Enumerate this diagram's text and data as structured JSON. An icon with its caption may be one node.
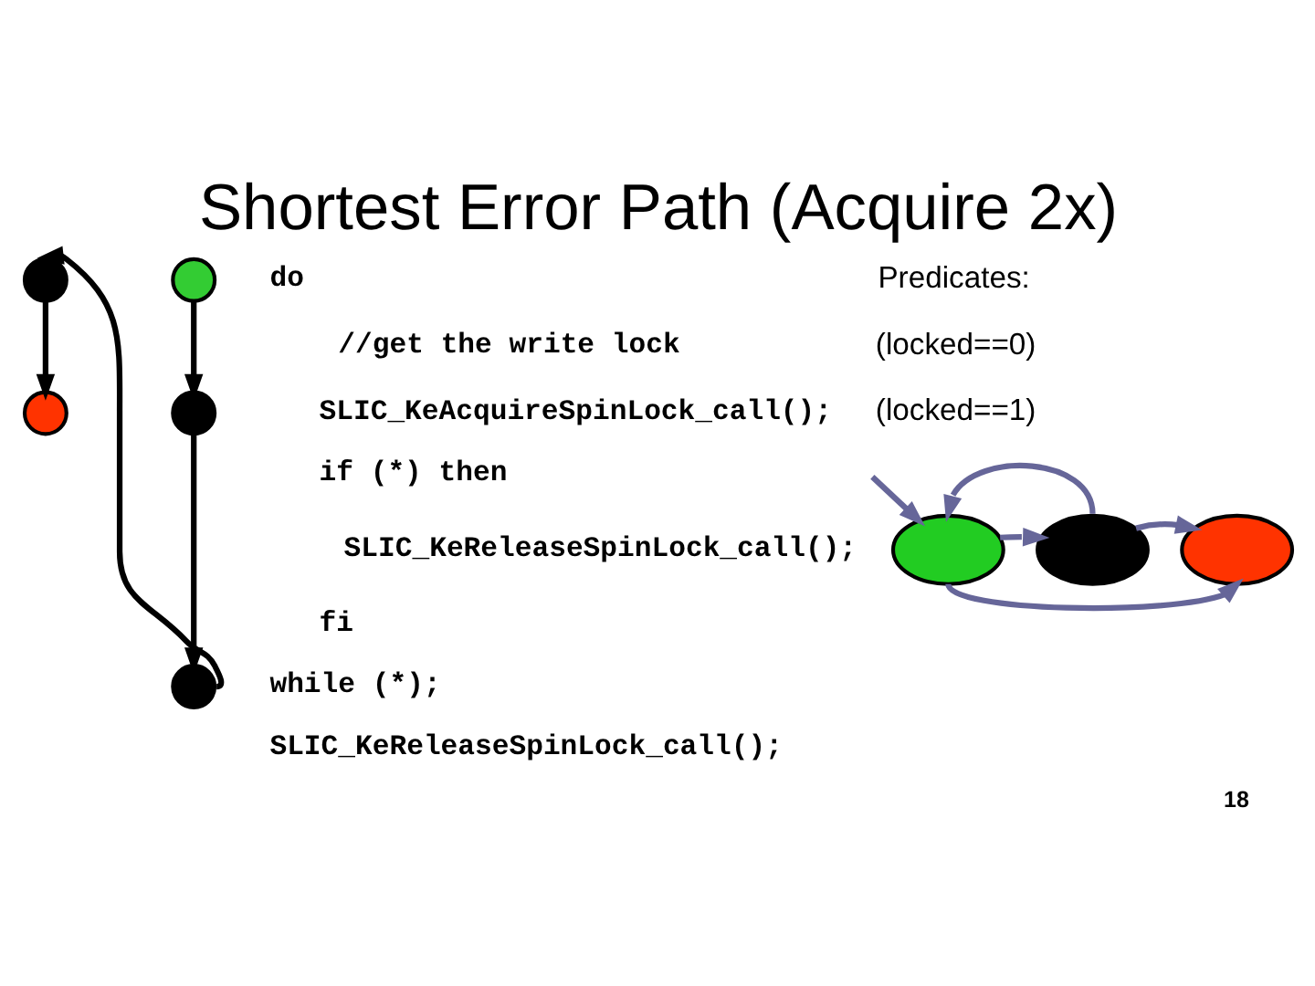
{
  "diagram": {
    "title": "Shortest Error Path (Acquire 2x)",
    "nodes": [
      {
        "text": [],
        "shape": "circle"
      },
      {
        "text": [],
        "shape": "circle"
      },
      {
        "text": [],
        "shape": "circle"
      },
      {
        "text": [],
        "shape": "circle"
      },
      {
        "text": [],
        "shape": "circle"
      },
      {
        "text": [],
        "shape": "ellipse"
      },
      {
        "text": [],
        "shape": "ellipse"
      },
      {
        "text": [],
        "shape": "ellipse"
      }
    ],
    "edges": [
      {
        "from": 0,
        "to": 2,
        "arrow": "to",
        "color": "#000000"
      },
      {
        "from": 1,
        "to": 3,
        "arrow": "to",
        "color": "#000000"
      },
      {
        "from": 3,
        "to": 4,
        "arrow": "to",
        "color": "#000000"
      },
      {
        "from": 4,
        "to": 0,
        "arrow": "to",
        "color": "#000000"
      },
      {
        "from": null,
        "to": 5,
        "arrow": "to"
      },
      {
        "from": 5,
        "to": 6,
        "arrow": "to"
      },
      {
        "from": 6,
        "to": 7,
        "arrow": "to"
      },
      {
        "from": 6,
        "to": 5,
        "arrow": "to"
      },
      {
        "from": 5,
        "to": 7,
        "arrow": "to"
      }
    ],
    "labels": [
      "Predicates:",
      "do",
      "//get the write lock",
      "(locked==0)",
      "SLIC_KeAcquireSpinLock_call();",
      "(locked==1)",
      "if (*) then",
      "SLIC_KeReleaseSpinLock_call();",
      "fi",
      "while (*);",
      "SLIC_KeReleaseSpinLock_call();",
      "18"
    ]
  }
}
